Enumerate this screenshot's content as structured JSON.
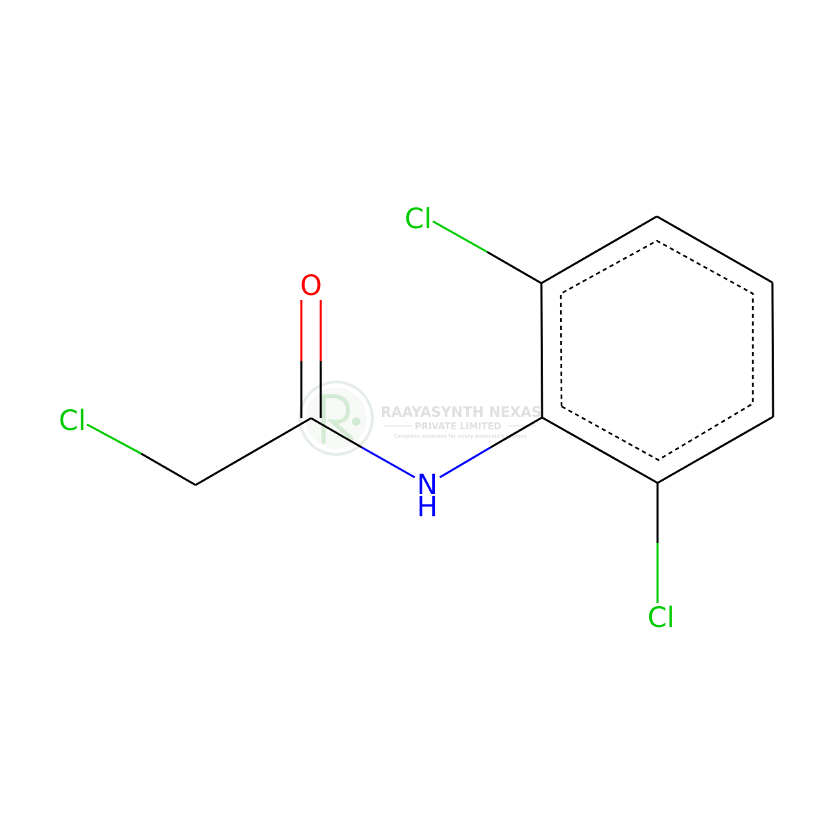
{
  "molecule": {
    "atoms": {
      "cl_alpha": "Cl",
      "oxygen": "O",
      "nitrogen": "N",
      "nitrogen_h": "H",
      "cl_ring_top": "Cl",
      "cl_ring_bottom": "Cl"
    },
    "colors": {
      "bond": "#000000",
      "chlorine": "#00CC00",
      "oxygen": "#FF0000",
      "nitrogen": "#0000FF"
    }
  },
  "watermark": {
    "company": "RAAYASYNTH NEXAS",
    "subtitle": "PRIVATE LIMITED",
    "tagline": "Complete solutions for every molecule's journey",
    "color": "#bcd8c0"
  }
}
